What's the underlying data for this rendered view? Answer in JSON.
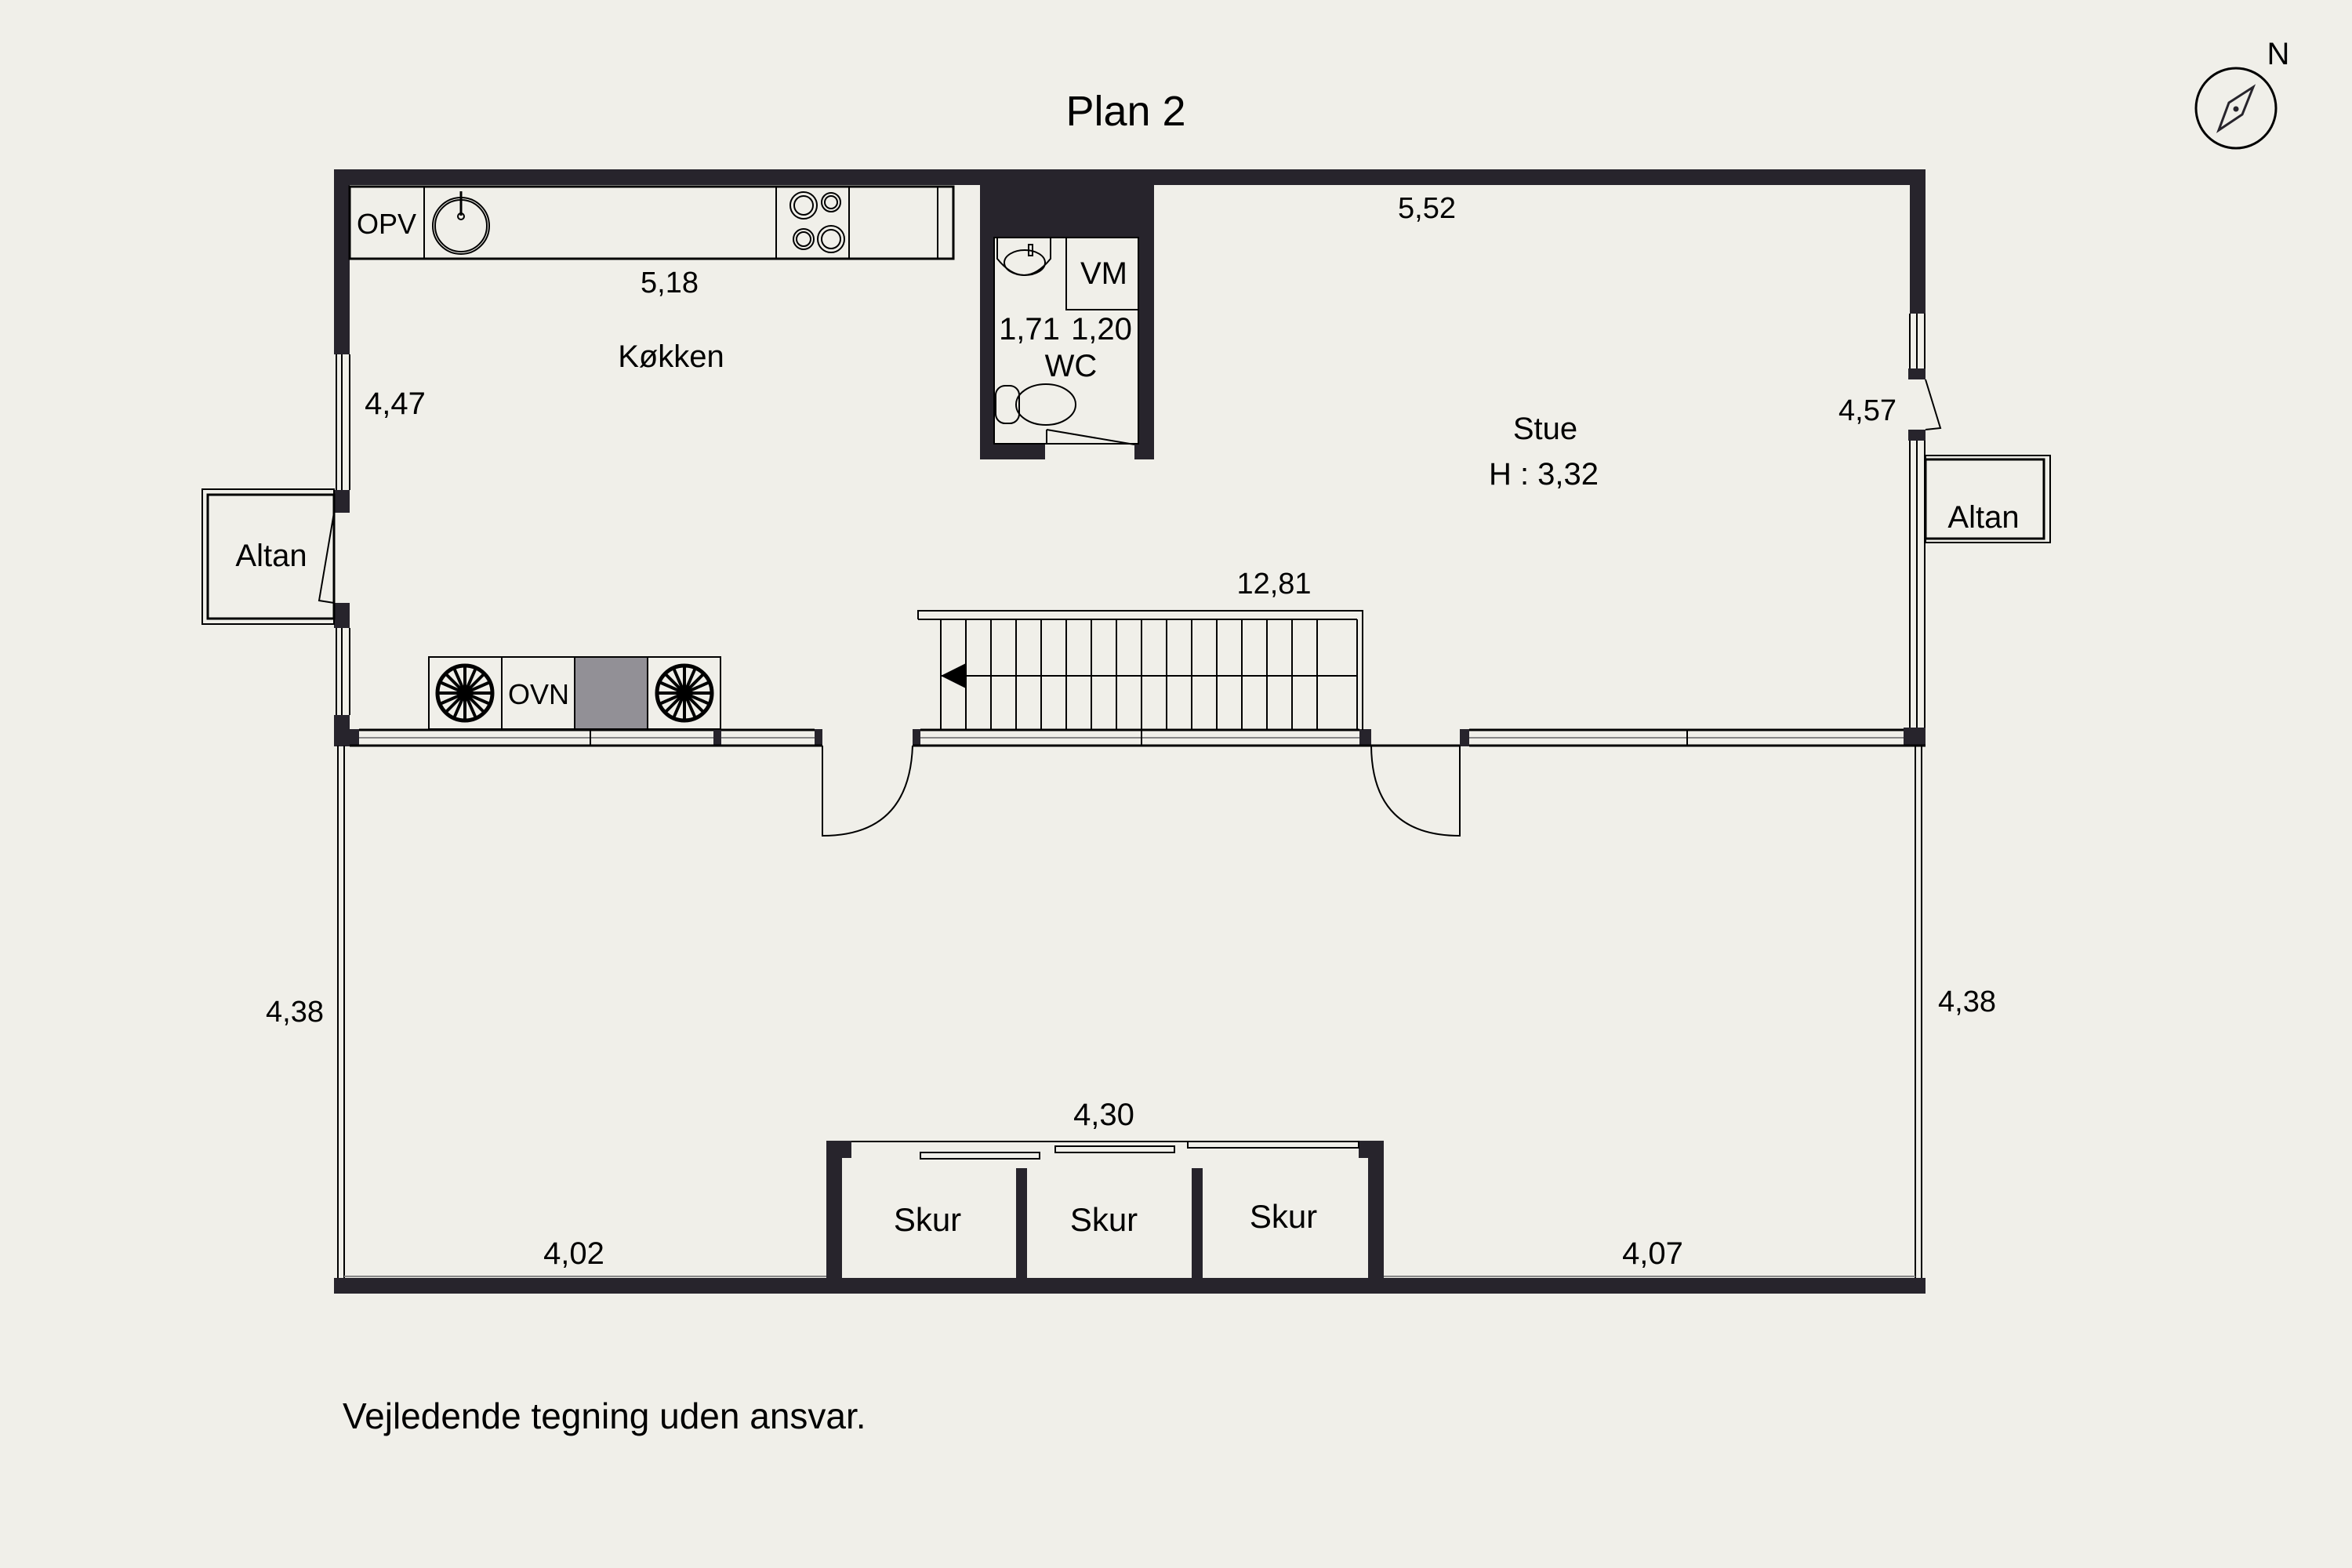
{
  "title": "Plan 2",
  "compass": {
    "label": "N",
    "icon": "compass-icon"
  },
  "rooms": {
    "kitchen": {
      "name": "Køkken",
      "width": "5,18",
      "depth": "4,47",
      "counter_label": "OPV",
      "oven_label": "OVN"
    },
    "wc": {
      "name": "WC",
      "dim_a": "1,71",
      "dim_b": "1,20",
      "appliance_label": "VM"
    },
    "living": {
      "name": "Stue",
      "height": "H : 3,32",
      "width": "5,52",
      "depth": "4,57"
    },
    "balcony_left": {
      "name": "Altan"
    },
    "balcony_right": {
      "name": "Altan"
    },
    "terrace": {
      "left_depth": "4,38",
      "right_depth": "4,38",
      "bottom_left": "4,02",
      "bottom_right": "4,07",
      "total_width": "12,81"
    },
    "sheds": {
      "width": "4,30",
      "items": [
        {
          "name": "Skur"
        },
        {
          "name": "Skur"
        },
        {
          "name": "Skur"
        }
      ]
    }
  },
  "disclaimer": "Vejledende tegning uden ansvar.",
  "colors": {
    "background": "#f0efe9",
    "wall": "#27242c",
    "fill_gray": "#929096"
  }
}
